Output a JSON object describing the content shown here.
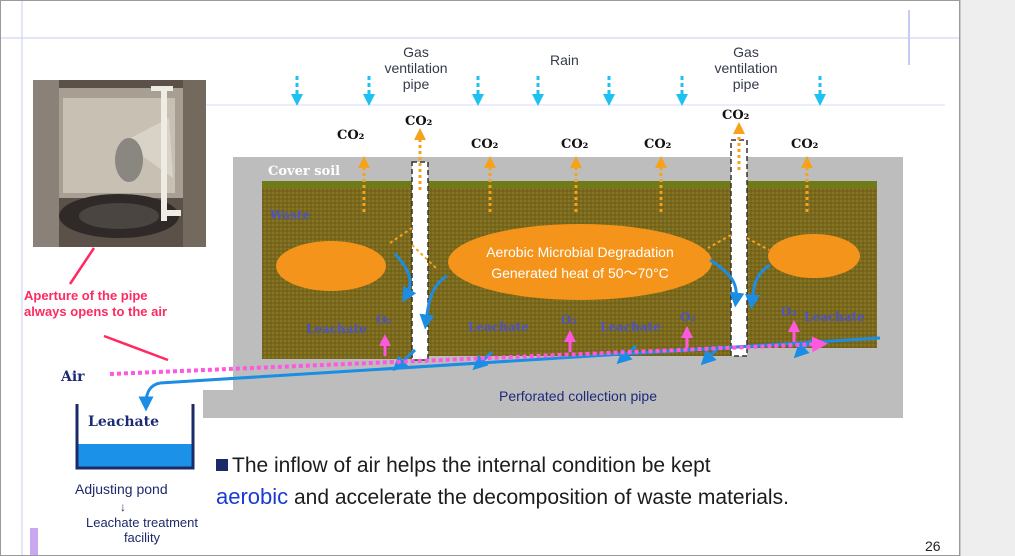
{
  "weather": {
    "rain": "Rain"
  },
  "pipes": {
    "left_label": "Gas\nventilation\npipe",
    "right_label": "Gas\nventilation\npipe"
  },
  "gases": {
    "co2": "CO₂",
    "o2": "O₂"
  },
  "landfill": {
    "cover_soil": "Cover soil",
    "waste": "Waste",
    "aerobic_line1": "Aerobic Microbial Degradation",
    "aerobic_line2": "Generated heat  of 50～70°C",
    "leachate": "Leachate",
    "collection_pipe": "Perforated collection pipe"
  },
  "annotations": {
    "aperture_line1": "Aperture of the pipe",
    "aperture_line2": "always opens to the air",
    "air": "Air"
  },
  "pond": {
    "tank_label": "Leachate",
    "caption": "Adjusting pond",
    "arrow": "↓",
    "facility_line1": "Leachate  treatment",
    "facility_line2": "facility"
  },
  "statement": {
    "part1": "The inflow of air helps the internal condition be kept",
    "highlight": "aerobic",
    "part2": "and accelerate the decomposition of waste materials."
  },
  "page_number": "26",
  "colors": {
    "waste_fill": "#7d6b1e",
    "cover_soil": "#6f7a18",
    "heat_core": "#f4941a",
    "co2_arrow": "#f7a21c",
    "leachate_flow": "#1c8de4",
    "air_flow": "#ff58e0",
    "embankment": "#bdbdbd",
    "rain": "#1ec2f0",
    "accent_red": "#ff2a60"
  },
  "icons": {
    "photo": "pipe-photo-icon",
    "slide_nav": "slide-nav-icon"
  }
}
